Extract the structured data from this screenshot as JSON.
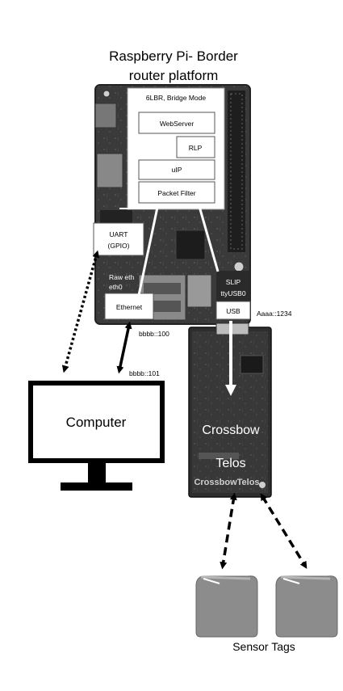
{
  "title": {
    "line1": "Raspberry Pi- Border",
    "line2": "router platform"
  },
  "stack": {
    "mode": "6LBR, Bridge Mode",
    "webserver": "WebServer",
    "rlp": "RLP",
    "uip": "uIP",
    "packet_filter": "Packet Filter"
  },
  "interfaces": {
    "uart_line1": "UART",
    "uart_line2": "(GPIO)",
    "raweth_line1": "Raw eth",
    "raweth_line2": "eth0",
    "ethernet": "Ethernet",
    "slip_line1": "SLIP",
    "slip_line2": "ttyUSB0",
    "usb": "USB"
  },
  "addresses": {
    "pi_eth": "bbbb::100",
    "computer": "bbbb::101",
    "telos": "Aaaa::1234"
  },
  "computer_label": "Computer",
  "telos": {
    "line1": "Crossbow",
    "line2": "Telos",
    "silk": "CrossbowTelos"
  },
  "sensor_label": "Sensor Tags",
  "colors": {
    "board_dark": "#2e2e2e",
    "board_mid": "#4a4a4a",
    "sensor_gray": "#8c8c8c",
    "ink": "#000000"
  }
}
